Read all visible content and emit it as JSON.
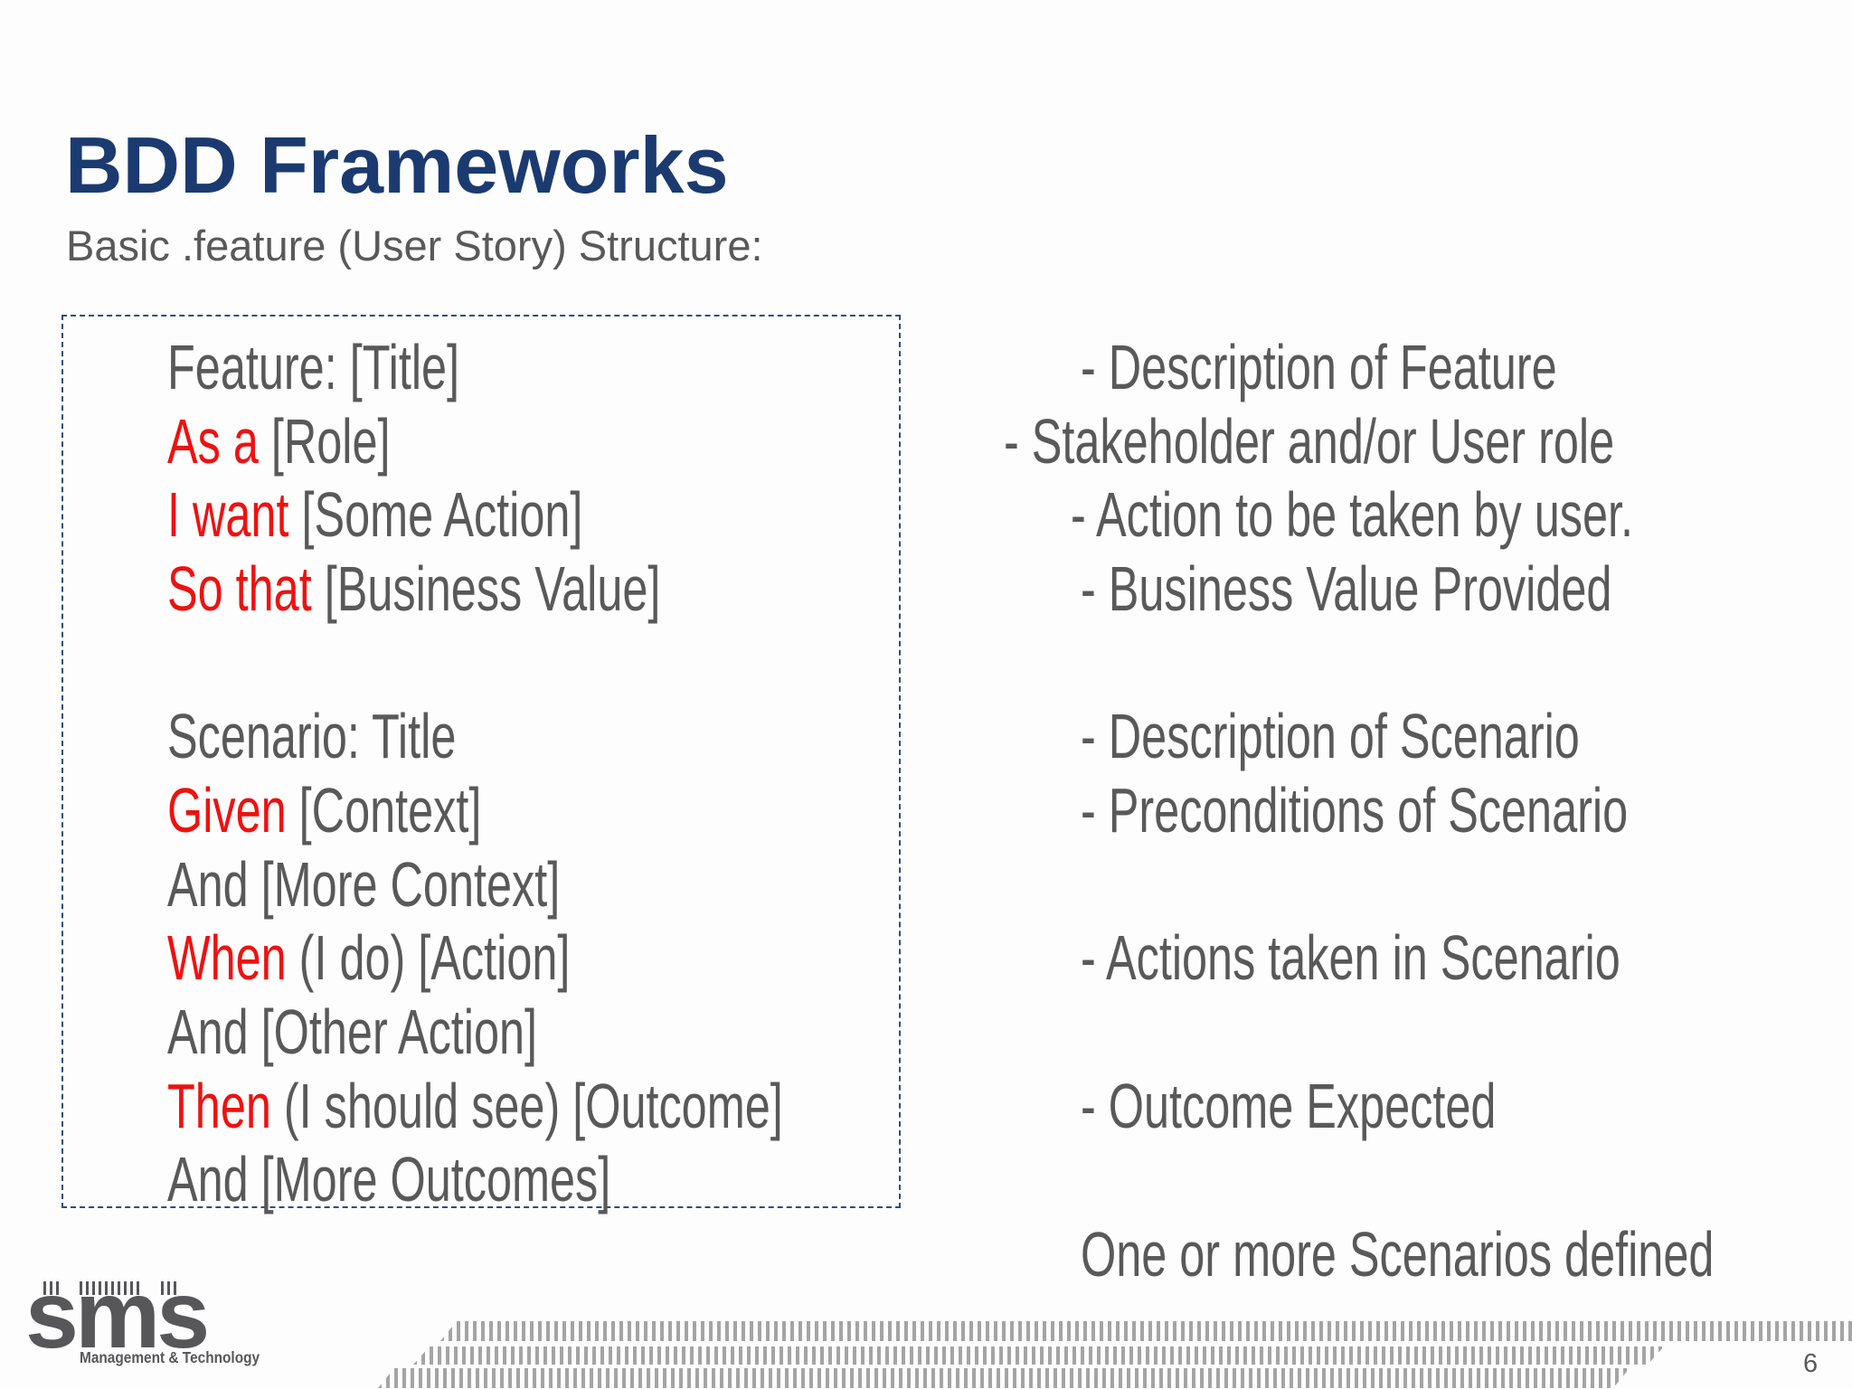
{
  "slide": {
    "title": "BDD Frameworks",
    "subtitle": "Basic .feature (User Story) Structure:",
    "footer_note": "One or more Scenarios defined",
    "page_number": "6"
  },
  "logo": {
    "text": "sms",
    "tagline": "Management & Technology"
  },
  "colors": {
    "navy": "#1b3a70",
    "gray": "#595959",
    "red": "#ee1111",
    "boxborder": "#2f4d7c",
    "hatch": "#a4a4a4",
    "logo": "#57575a"
  },
  "structure_rows": [
    {
      "left": [
        {
          "t": "Feature: [Title]",
          "red": false
        }
      ],
      "right": "- Description of Feature"
    },
    {
      "left": [
        {
          "t": "As a",
          "red": true
        },
        {
          "t": " [Role]",
          "red": false
        }
      ],
      "right": "- Stakeholder and/or User role"
    },
    {
      "left": [
        {
          "t": "I want",
          "red": true
        },
        {
          "t": " [Some Action]",
          "red": false
        }
      ],
      "right": "- Action to be taken by user."
    },
    {
      "left": [
        {
          "t": "So that",
          "red": true
        },
        {
          "t": " [Business Value]",
          "red": false
        }
      ],
      "right": "- Business Value Provided"
    },
    {
      "left": [],
      "right": ""
    },
    {
      "left": [
        {
          "t": "Scenario: Title",
          "red": false
        }
      ],
      "right": "- Description of Scenario"
    },
    {
      "left": [
        {
          "t": "Given",
          "red": true
        },
        {
          "t": " [Context]",
          "red": false
        }
      ],
      "right": "- Preconditions of Scenario"
    },
    {
      "left": [
        {
          "t": "And [More Context]",
          "red": false
        }
      ],
      "right": ""
    },
    {
      "left": [
        {
          "t": "When",
          "red": true
        },
        {
          "t": " (I do) [Action]",
          "red": false
        }
      ],
      "right": "- Actions taken in Scenario"
    },
    {
      "left": [
        {
          "t": "And [Other Action]",
          "red": false
        }
      ],
      "right": ""
    },
    {
      "left": [
        {
          "t": "Then",
          "red": true
        },
        {
          "t": " (I should see) [Outcome]",
          "red": false
        }
      ],
      "right": "- Outcome Expected"
    },
    {
      "left": [
        {
          "t": "And [More Outcomes]",
          "red": false
        }
      ],
      "right": ""
    }
  ]
}
